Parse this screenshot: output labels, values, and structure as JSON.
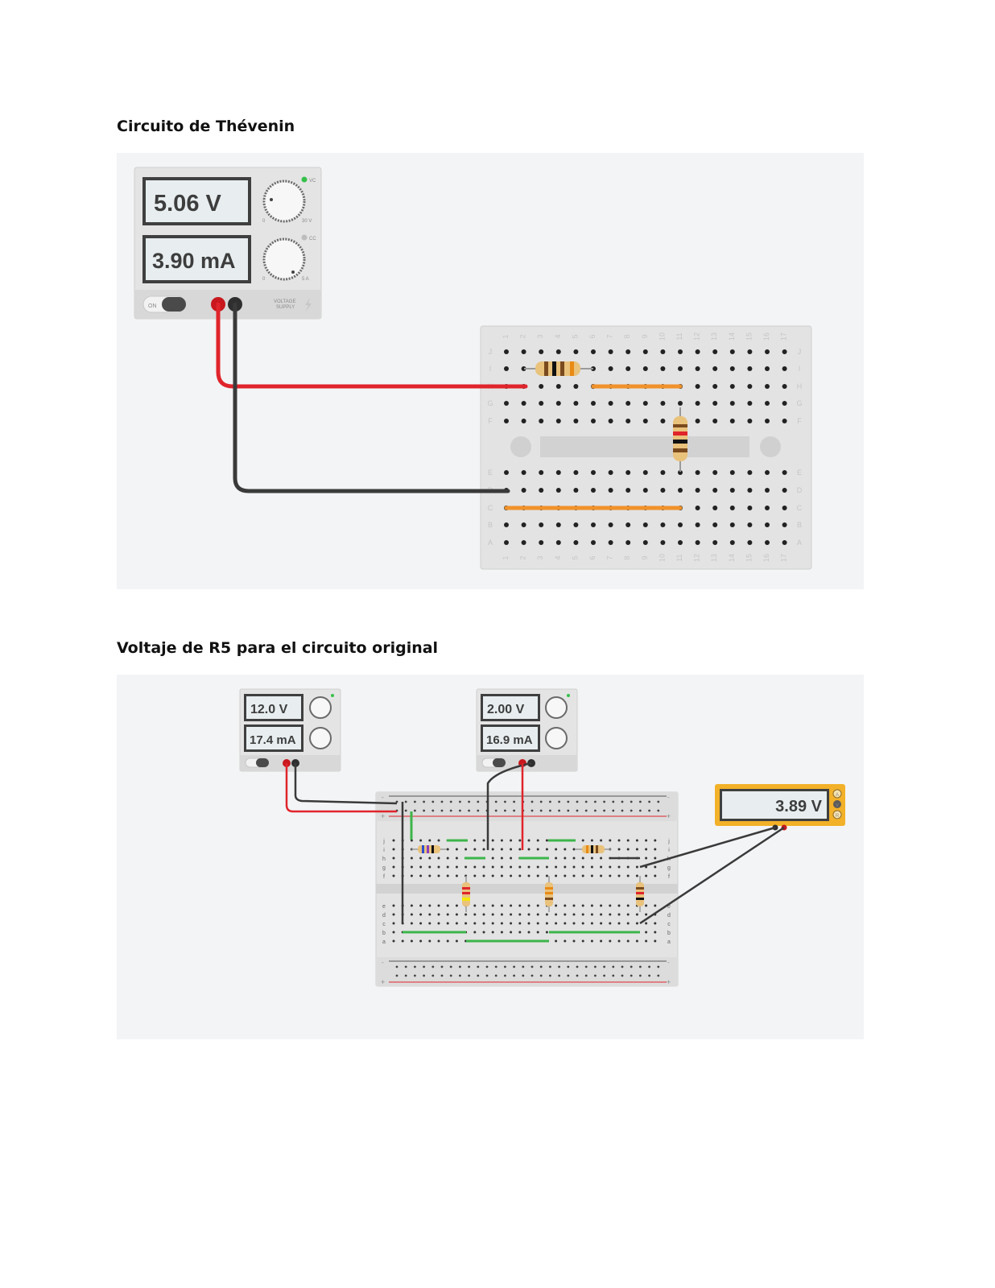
{
  "section1": {
    "title": "Circuito de Thévenin",
    "supply": {
      "voltage_display": "5.06 V",
      "current_display": "3.90 mA",
      "on_label": "ON",
      "vc_label": "VC",
      "cc_label": "CC",
      "v_max_label": "30 V",
      "a_max_label": "5 A",
      "zero_label": "0",
      "brand_line1": "VOLTAGE",
      "brand_line2": "SUPPLY"
    },
    "breadboard": {
      "rows_top": [
        "J",
        "I",
        "H",
        "G",
        "F"
      ],
      "rows_bottom": [
        "E",
        "D",
        "C",
        "B",
        "A"
      ],
      "columns": [
        "1",
        "2",
        "3",
        "4",
        "5",
        "6",
        "7",
        "8",
        "9",
        "10",
        "11",
        "12",
        "13",
        "14",
        "15",
        "16",
        "17"
      ]
    },
    "colors": {
      "red_wire": "#e0242b",
      "black_wire": "#3a3a3a",
      "orange_jumper": "#f0922a"
    }
  },
  "section2": {
    "title": "Voltaje de R5 para el circuito original",
    "supply1": {
      "voltage_display": "12.0 V",
      "current_display": "17.4 mA"
    },
    "supply2": {
      "voltage_display": "2.00 V",
      "current_display": "16.9 mA"
    },
    "multimeter": {
      "display": "3.89 V",
      "mode_a": "A",
      "mode_v": "V",
      "mode_r": "R"
    },
    "breadboard": {
      "rows_top": [
        "j",
        "i",
        "h",
        "g",
        "f"
      ],
      "rows_bottom": [
        "e",
        "d",
        "c",
        "b",
        "a"
      ],
      "rail_minus": "-",
      "rail_plus": "+"
    },
    "colors": {
      "multimeter_body": "#f2b129",
      "green_jumper": "#3cb54a"
    }
  }
}
